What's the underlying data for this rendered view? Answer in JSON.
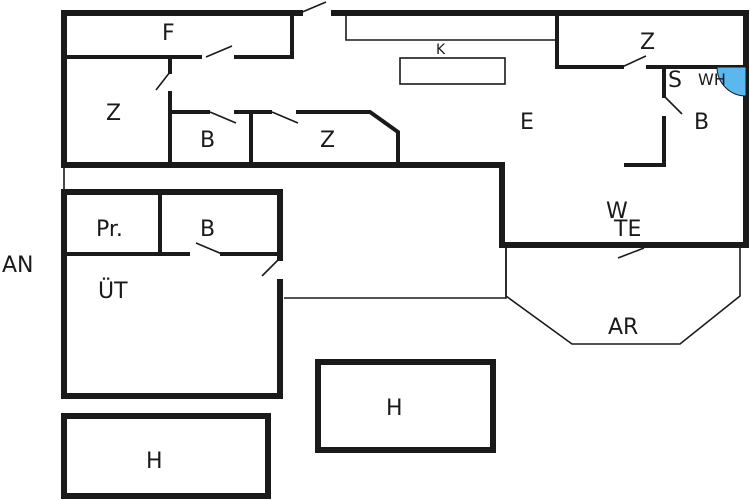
{
  "rooms": {
    "f": "F",
    "z_left": "Z",
    "b_small": "B",
    "z_mid": "Z",
    "k": "K",
    "e": "E",
    "z_right": "Z",
    "s": "S",
    "wh": "WH",
    "b_right": "B",
    "w": "W",
    "te": "TE",
    "pr": "Pr.",
    "b_lower": "B",
    "ut": "ÜT",
    "an": "AN",
    "ar": "AR",
    "h_center": "H",
    "h_bottom": "H"
  },
  "colors": {
    "wall": "#1a1a1a",
    "water_heater": "#5ab8ee",
    "background": "#ffffff"
  }
}
